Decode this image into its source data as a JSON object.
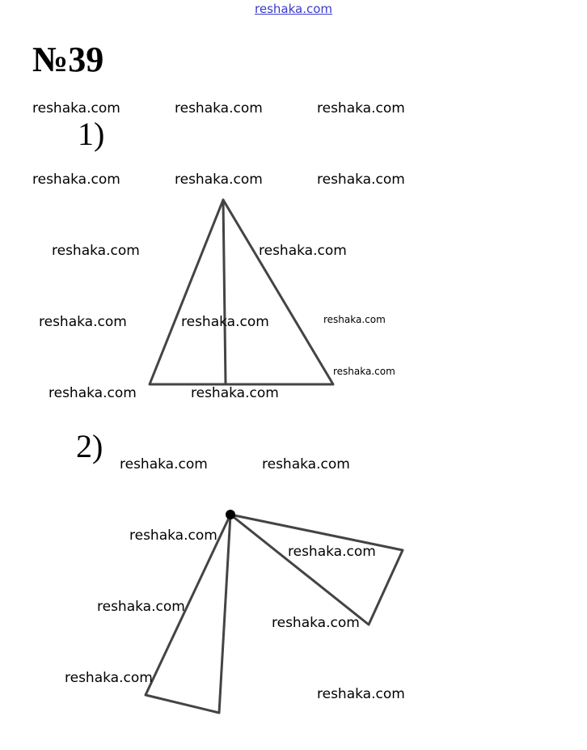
{
  "header": {
    "site_link": "reshaka.com"
  },
  "problem": {
    "number": "№39"
  },
  "parts": [
    {
      "label": "1)"
    },
    {
      "label": "2)"
    }
  ],
  "watermark_text": "reshaka.com",
  "colors": {
    "link": "#3a3acd",
    "stroke": "#444444",
    "text": "#000000"
  }
}
